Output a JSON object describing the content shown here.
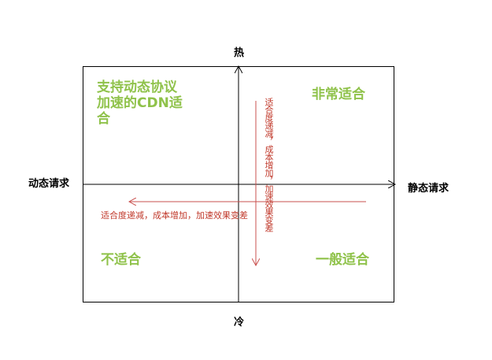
{
  "axes": {
    "top": "热",
    "bottom": "冷",
    "left": "动态请求",
    "right": "静态请求"
  },
  "quadrants": {
    "top_left": "支持动态协议加速的CDN适合",
    "top_right": "非常适合",
    "bottom_left": "不适合",
    "bottom_right": "一般适合"
  },
  "notes": {
    "horizontal": "适合度递减，成本增加，加速效果变差",
    "vertical": "适合度递减，成本增加，加速效果变差"
  },
  "colors": {
    "quadrant_text": "#8fc24a",
    "note_text": "#c0392b",
    "arrow": "#c9514f",
    "axis": "#000000"
  }
}
